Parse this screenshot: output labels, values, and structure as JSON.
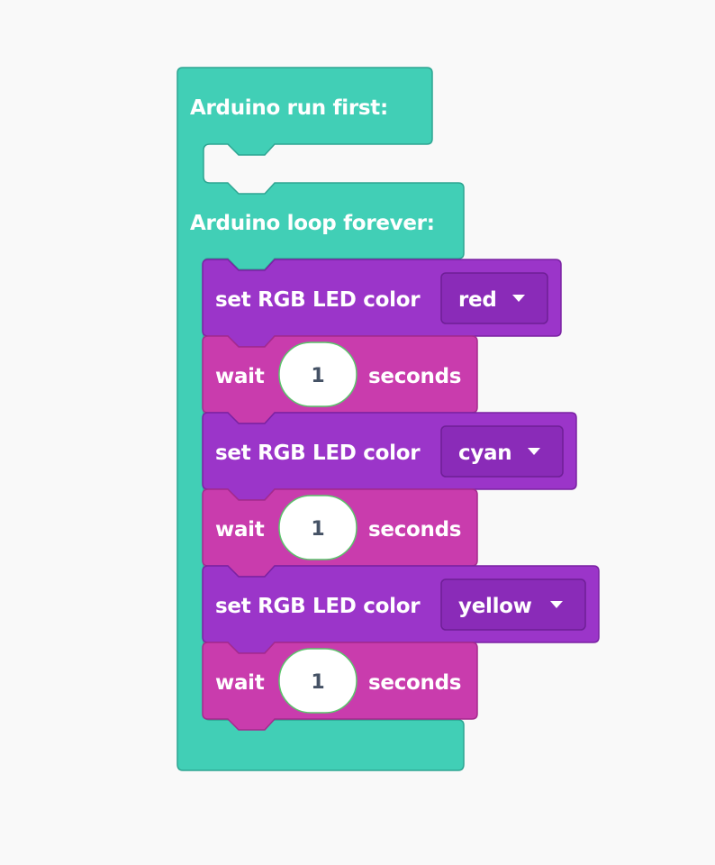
{
  "colors": {
    "event_block": "#41cfb6",
    "event_border": "#2ea592",
    "rgb_block": "#9b35c9",
    "rgb_border": "#7a22a3",
    "dropdown_fill": "#8a2bb8",
    "wait_block": "#c93cad",
    "wait_border": "#a52a8d",
    "number_bubble": "#ffffff",
    "number_border": "#5cc46c",
    "background": "#f9f9f9"
  },
  "blocks": {
    "run_first": {
      "label": "Arduino run first:"
    },
    "loop_forever": {
      "label": "Arduino loop forever:"
    },
    "set_led_1": {
      "label": "set RGB LED color",
      "value": "red"
    },
    "wait_1": {
      "prefix": "wait",
      "value": "1",
      "suffix": "seconds"
    },
    "set_led_2": {
      "label": "set RGB LED color",
      "value": "cyan"
    },
    "wait_2": {
      "prefix": "wait",
      "value": "1",
      "suffix": "seconds"
    },
    "set_led_3": {
      "label": "set RGB LED color",
      "value": "yellow"
    },
    "wait_3": {
      "prefix": "wait",
      "value": "1",
      "suffix": "seconds"
    }
  },
  "icons": {
    "dropdown": "caret-down-icon"
  }
}
